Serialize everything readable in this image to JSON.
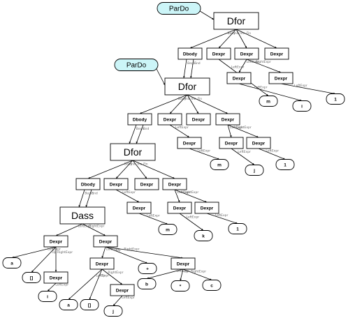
{
  "nodes": [
    {
      "id": "n1",
      "label": "Dfor",
      "shape": "box",
      "size": "big"
    },
    {
      "id": "n2",
      "label": "Dbody",
      "shape": "box",
      "size": "small"
    },
    {
      "id": "n3",
      "label": "Dexpr",
      "shape": "box",
      "size": "small"
    },
    {
      "id": "n4",
      "label": "Dexpr",
      "shape": "box",
      "size": "small"
    },
    {
      "id": "n5",
      "label": "Dexpr",
      "shape": "box",
      "size": "small"
    },
    {
      "id": "n6",
      "label": "Dexpr",
      "shape": "box",
      "size": "small"
    },
    {
      "id": "n7",
      "label": "Dexpr",
      "shape": "box",
      "size": "small"
    },
    {
      "id": "l1",
      "label": "m",
      "shape": "leaf"
    },
    {
      "id": "l2",
      "label": "i",
      "shape": "leaf"
    },
    {
      "id": "l3",
      "label": "1",
      "shape": "leaf"
    },
    {
      "id": "n8",
      "label": "Dfor",
      "shape": "box",
      "size": "big"
    },
    {
      "id": "n9",
      "label": "Dbody",
      "shape": "box",
      "size": "small"
    },
    {
      "id": "n10",
      "label": "Dexpr",
      "shape": "box",
      "size": "small"
    },
    {
      "id": "n11",
      "label": "Dexpr",
      "shape": "box",
      "size": "small"
    },
    {
      "id": "n12",
      "label": "Dexpr",
      "shape": "box",
      "size": "small"
    },
    {
      "id": "n13",
      "label": "Dexpr",
      "shape": "box",
      "size": "small"
    },
    {
      "id": "n14",
      "label": "Dexpr",
      "shape": "box",
      "size": "small"
    },
    {
      "id": "n15",
      "label": "Dexpr",
      "shape": "box",
      "size": "small"
    },
    {
      "id": "l4",
      "label": "m",
      "shape": "leaf"
    },
    {
      "id": "l5",
      "label": "j",
      "shape": "leaf"
    },
    {
      "id": "l6",
      "label": "1",
      "shape": "leaf"
    },
    {
      "id": "n16",
      "label": "Dfor",
      "shape": "box",
      "size": "big"
    },
    {
      "id": "n17",
      "label": "Dbody",
      "shape": "box",
      "size": "small"
    },
    {
      "id": "n18",
      "label": "Dexpr",
      "shape": "box",
      "size": "small"
    },
    {
      "id": "n19",
      "label": "Dexpr",
      "shape": "box",
      "size": "small"
    },
    {
      "id": "n20",
      "label": "Dexpr",
      "shape": "box",
      "size": "small"
    },
    {
      "id": "n21",
      "label": "Dexpr",
      "shape": "box",
      "size": "small"
    },
    {
      "id": "n22",
      "label": "Dexpr",
      "shape": "box",
      "size": "small"
    },
    {
      "id": "n23",
      "label": "Dexpr",
      "shape": "box",
      "size": "small"
    },
    {
      "id": "l7",
      "label": "m",
      "shape": "leaf"
    },
    {
      "id": "l8",
      "label": "k",
      "shape": "leaf"
    },
    {
      "id": "l9",
      "label": "1",
      "shape": "leaf"
    },
    {
      "id": "n24",
      "label": "Dass",
      "shape": "box",
      "size": "big"
    },
    {
      "id": "n25",
      "label": "Dexpr",
      "shape": "box",
      "size": "small"
    },
    {
      "id": "n26",
      "label": "Dexpr",
      "shape": "box",
      "size": "small"
    },
    {
      "id": "n27",
      "label": "Dexpr",
      "shape": "box",
      "size": "small"
    },
    {
      "id": "n28",
      "label": "Dexpr",
      "shape": "box",
      "size": "small"
    },
    {
      "id": "n29",
      "label": "Dexpr",
      "shape": "box",
      "size": "small"
    },
    {
      "id": "n30",
      "label": "Dexpr",
      "shape": "box",
      "size": "small"
    },
    {
      "id": "l10",
      "label": "a",
      "shape": "leaf"
    },
    {
      "id": "l11",
      "label": "[]",
      "shape": "leaf"
    },
    {
      "id": "l12",
      "label": "i",
      "shape": "leaf"
    },
    {
      "id": "l13",
      "label": "+",
      "shape": "leaf"
    },
    {
      "id": "l14",
      "label": "a",
      "shape": "leaf"
    },
    {
      "id": "l15",
      "label": "[]",
      "shape": "leaf"
    },
    {
      "id": "l16",
      "label": "j",
      "shape": "leaf"
    },
    {
      "id": "l17",
      "label": "b",
      "shape": "leaf"
    },
    {
      "id": "l18",
      "label": "*",
      "shape": "leaf"
    },
    {
      "id": "l19",
      "label": "c",
      "shape": "leaf"
    },
    {
      "id": "a1",
      "label": "ParDo",
      "shape": "annotation"
    },
    {
      "id": "a2",
      "label": "ParDo",
      "shape": "annotation"
    }
  ],
  "edges": [
    {
      "from": "a1",
      "to": "n1",
      "label": ""
    },
    {
      "from": "n1",
      "to": "n2",
      "label": "Body"
    },
    {
      "from": "n1",
      "to": "n3",
      "label": "Init"
    },
    {
      "from": "n1",
      "to": "n4",
      "label": "Inc"
    },
    {
      "from": "n1",
      "to": "n5",
      "label": "Fin"
    },
    {
      "from": "n2",
      "to": "n8",
      "label": "Begin"
    },
    {
      "from": "n2",
      "to": "n8",
      "label": "End"
    },
    {
      "from": "n4",
      "to": "n6",
      "label": "LeftExpr"
    },
    {
      "from": "n4",
      "to": "n7",
      "label": "RightExpr"
    },
    {
      "from": "n3",
      "to": "l1",
      "label": "LeftExpr"
    },
    {
      "from": "n6",
      "to": "l2",
      "label": "LeftExpr"
    },
    {
      "from": "n7",
      "to": "l3",
      "label": "LeftExpr"
    },
    {
      "from": "a2",
      "to": "n8",
      "label": ""
    },
    {
      "from": "n8",
      "to": "n9",
      "label": "Body"
    },
    {
      "from": "n8",
      "to": "n10",
      "label": "Init"
    },
    {
      "from": "n8",
      "to": "n11",
      "label": "Inc"
    },
    {
      "from": "n8",
      "to": "n12",
      "label": "Fin"
    },
    {
      "from": "n9",
      "to": "n16",
      "label": "Begin"
    },
    {
      "from": "n9",
      "to": "n16",
      "label": "End"
    },
    {
      "from": "n10",
      "to": "n13",
      "label": "LeftExpr"
    },
    {
      "from": "n12",
      "to": "n14",
      "label": "LeftExpr"
    },
    {
      "from": "n12",
      "to": "n15",
      "label": "RightExpr"
    },
    {
      "from": "n13",
      "to": "l4",
      "label": "LeftExpr"
    },
    {
      "from": "n14",
      "to": "l5",
      "label": "LeftExpr"
    },
    {
      "from": "n15",
      "to": "l6",
      "label": "LeftExpr"
    },
    {
      "from": "n16",
      "to": "n17",
      "label": "Body"
    },
    {
      "from": "n16",
      "to": "n18",
      "label": "Init"
    },
    {
      "from": "n16",
      "to": "n19",
      "label": "Inc"
    },
    {
      "from": "n16",
      "to": "n20",
      "label": "Fin"
    },
    {
      "from": "n17",
      "to": "n24",
      "label": "Begin"
    },
    {
      "from": "n17",
      "to": "n24",
      "label": "End"
    },
    {
      "from": "n18",
      "to": "n21",
      "label": "LeftExpr"
    },
    {
      "from": "n20",
      "to": "n22",
      "label": "LeftExpr"
    },
    {
      "from": "n20",
      "to": "n23",
      "label": "RightExpr"
    },
    {
      "from": "n21",
      "to": "l7",
      "label": "LeftExpr"
    },
    {
      "from": "n22",
      "to": "l8",
      "label": "LeftExpr"
    },
    {
      "from": "n23",
      "to": "l9",
      "label": "LeftExpr"
    },
    {
      "from": "n24",
      "to": "n25",
      "label": "LeftExpr"
    },
    {
      "from": "n24",
      "to": "n26",
      "label": "RightExpr"
    },
    {
      "from": "n25",
      "to": "l10",
      "label": "LeftExpr"
    },
    {
      "from": "n25",
      "to": "l11",
      "label": "Op"
    },
    {
      "from": "n25",
      "to": "n27",
      "label": "RightExpr"
    },
    {
      "from": "n27",
      "to": "l12",
      "label": "LeftExpr"
    },
    {
      "from": "n26",
      "to": "n28",
      "label": "LeftExpr"
    },
    {
      "from": "n26",
      "to": "l13",
      "label": "Op"
    },
    {
      "from": "n26",
      "to": "n29",
      "label": "RightExpr"
    },
    {
      "from": "n28",
      "to": "l14",
      "label": "LeftExpr"
    },
    {
      "from": "n28",
      "to": "l15",
      "label": "Op"
    },
    {
      "from": "n28",
      "to": "n30",
      "label": "RightExpr"
    },
    {
      "from": "n30",
      "to": "l16",
      "label": "LeftExpr"
    },
    {
      "from": "n29",
      "to": "l17",
      "label": "LeftExpr"
    },
    {
      "from": "n29",
      "to": "l18",
      "label": "Op"
    },
    {
      "from": "n29",
      "to": "l19",
      "label": "RightExpr"
    }
  ]
}
